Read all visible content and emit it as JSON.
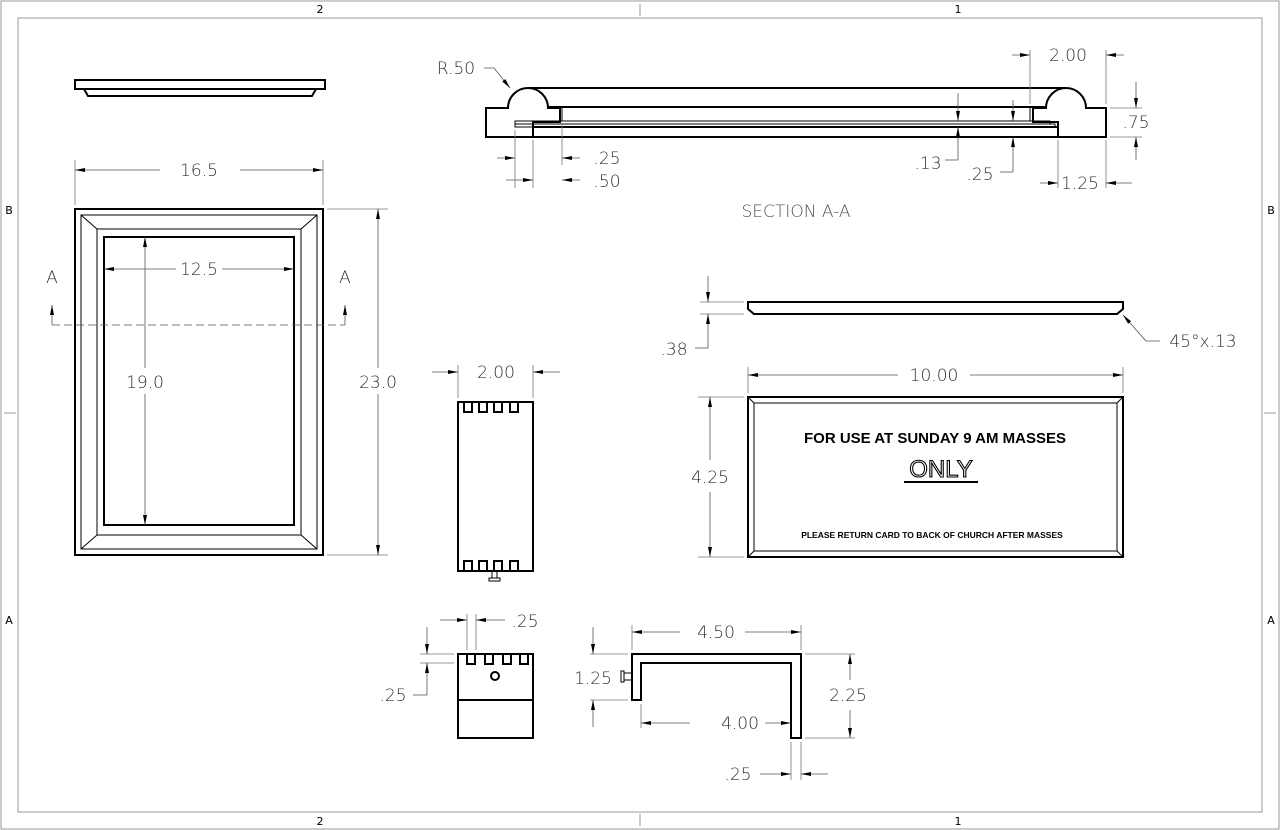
{
  "sheet": {
    "zones_top": [
      "2",
      "1"
    ],
    "zones_bottom": [
      "2",
      "1"
    ],
    "zones_left": [
      "B",
      "A"
    ],
    "zones_right": [
      "B",
      "A"
    ]
  },
  "front_view": {
    "width": "16.5",
    "height": "23.0",
    "inner_width": "12.5",
    "inner_height": "19.0",
    "section_mark_left": "A",
    "section_mark_right": "A"
  },
  "section": {
    "title": "SECTION A-A",
    "radius": "R.50",
    "rail_width": "2.00",
    "thickness": ".75",
    "recess_depth": ".13",
    "glass_offset": ".25",
    "lip_width": "1.25",
    "inner_step": ".25",
    "outer_step": ".50"
  },
  "card_edge": {
    "thickness": ".38",
    "chamfer": "45°x.13"
  },
  "card": {
    "width": "10.00",
    "height": "4.25",
    "headline": "FOR USE AT SUNDAY 9 AM MASSES",
    "emphasis": "ONLY",
    "footer": "PLEASE RETURN CARD TO BACK OF CHURCH AFTER MASSES"
  },
  "clip_view": {
    "width": "2.00"
  },
  "clip_end_view": {
    "slot_width": ".25",
    "slot_depth": ".25"
  },
  "bracket": {
    "overall_length": "4.50",
    "inner_length": "4.00",
    "leg_height": "1.25",
    "overall_height": "2.25",
    "thickness": ".25"
  }
}
